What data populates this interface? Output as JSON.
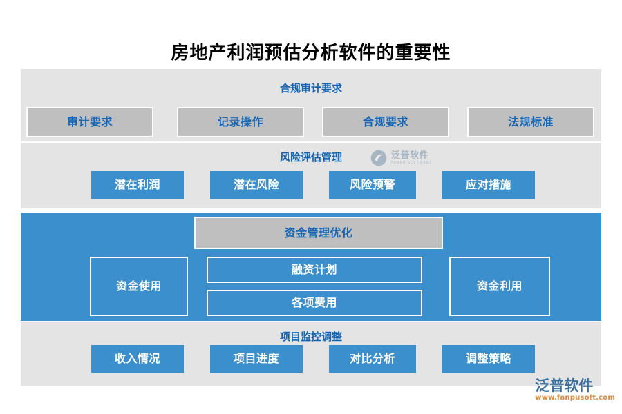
{
  "page": {
    "title": "房地产利润预估分析软件的重要性",
    "background_color": "#ffffff"
  },
  "colors": {
    "accent_blue": "#3b8fcd",
    "heading_blue": "#1565b5",
    "band_gray": "#e4e4e4",
    "node_gray": "#bfbfbf",
    "logo_blue": "#3c6f9e",
    "logo_orange": "#e08a3c"
  },
  "diagram": {
    "sections": [
      {
        "id": "compliance",
        "heading": "合规审计要求",
        "style": "gray-band",
        "nodes": [
          {
            "label": "审计要求"
          },
          {
            "label": "记录操作"
          },
          {
            "label": "合规要求"
          },
          {
            "label": "法规标准"
          }
        ]
      },
      {
        "id": "risk",
        "heading": "风险评估管理",
        "style": "gray-band",
        "nodes": [
          {
            "label": "潜在利润"
          },
          {
            "label": "潜在风险"
          },
          {
            "label": "风险预警"
          },
          {
            "label": "应对措施"
          }
        ]
      },
      {
        "id": "fund",
        "heading": "资金管理优化",
        "style": "blue-band",
        "nodes": [
          {
            "label": "资金使用"
          },
          {
            "label": "融资计划"
          },
          {
            "label": "各项费用"
          },
          {
            "label": "资金利用"
          }
        ]
      },
      {
        "id": "monitor",
        "heading": "项目监控调整",
        "style": "gray-band",
        "nodes": [
          {
            "label": "收入情况"
          },
          {
            "label": "项目进度"
          },
          {
            "label": "对比分析"
          },
          {
            "label": "调整策略"
          }
        ]
      }
    ]
  },
  "watermark": {
    "brand_cn": "泛普软件",
    "brand_en": "FANPU SOFTWARE"
  },
  "logo": {
    "brand_cn": "泛普软件",
    "url": "www.fanpusoft.com"
  }
}
